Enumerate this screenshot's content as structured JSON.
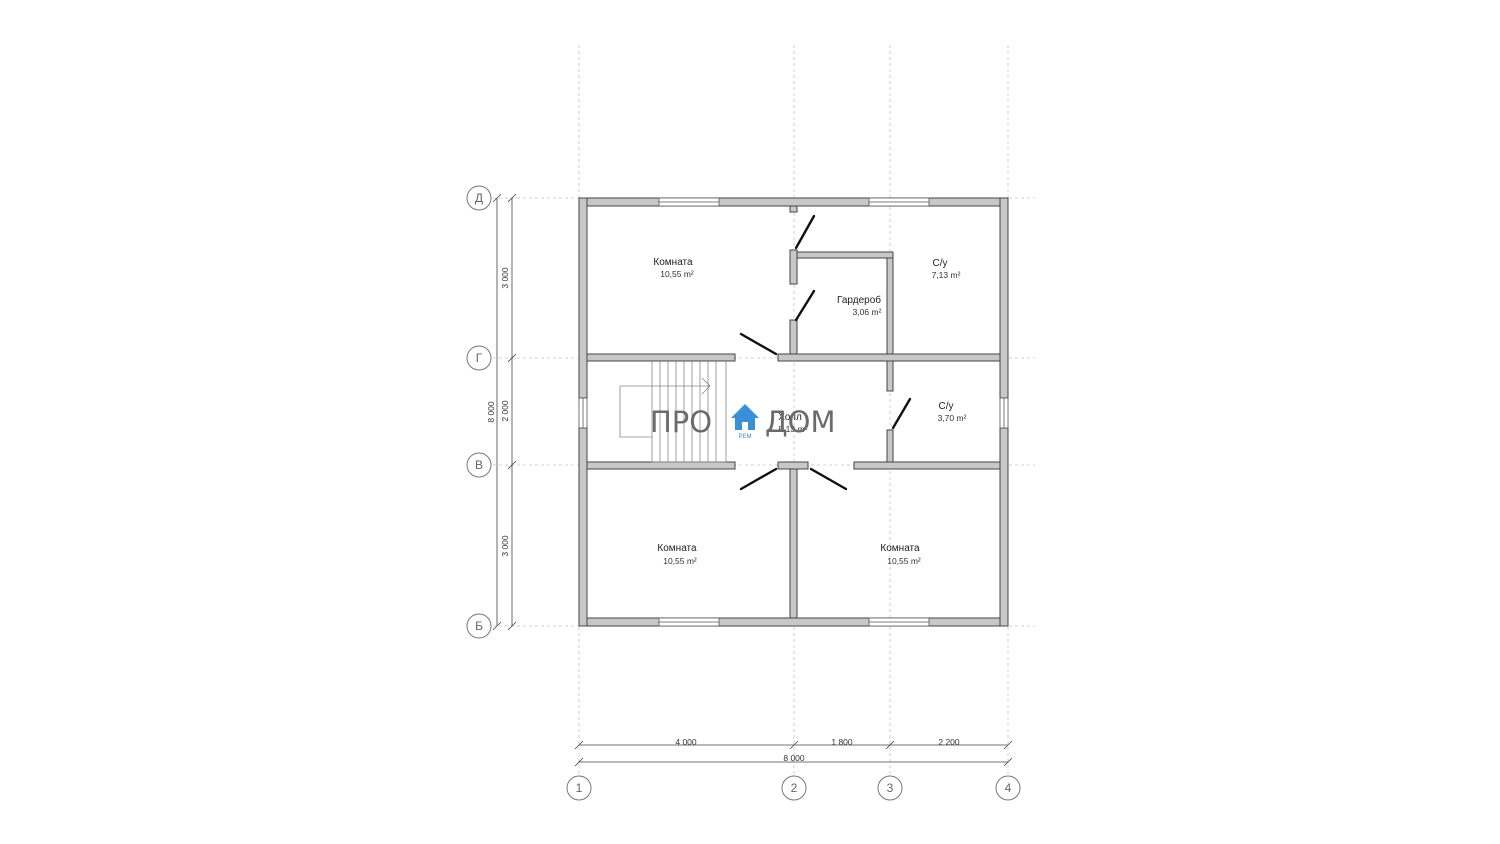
{
  "rooms": [
    {
      "name": "Комната",
      "area": "10,55 m²"
    },
    {
      "name": "С/у",
      "area": "7,13 m²"
    },
    {
      "name": "Гардероб",
      "area": "3,06 m²"
    },
    {
      "name": "Холл",
      "area": "5,13 m²"
    },
    {
      "name": "С/у",
      "area": "3,70 m²"
    },
    {
      "name": "Комната",
      "area": "10,55 m²"
    },
    {
      "name": "Комната",
      "area": "10,55 m²"
    }
  ],
  "axes": {
    "horizontal": [
      "1",
      "2",
      "3",
      "4"
    ],
    "vertical": [
      "Д",
      "Г",
      "В",
      "Б"
    ]
  },
  "dimensions": {
    "bottom": [
      "4 000",
      "1 800",
      "2 200"
    ],
    "bottom_total": "8 000",
    "left": [
      "3 000",
      "2 000",
      "3 000"
    ],
    "left_total": "8 000"
  },
  "logo": {
    "left": "ПРО",
    "right": "ДОМ",
    "sub": "РЕМ",
    "icon": "house-icon",
    "color": "#3a8fd6"
  },
  "colors": {
    "wall": "#c8c8c8",
    "wall_stroke": "#444444",
    "grid": "#bdbdbd"
  }
}
